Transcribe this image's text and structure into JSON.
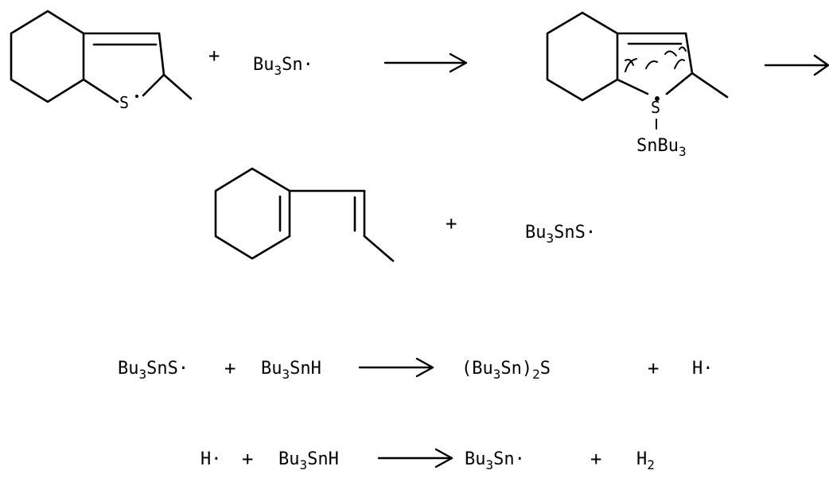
{
  "scheme": {
    "row1": {
      "reactant_heteroatom": "S",
      "reagent": {
        "main": "Bu",
        "sub": "3",
        "tail": "Sn·"
      },
      "intermediate_heteroatom": "S",
      "intermediate_substituent": {
        "main": "SnBu",
        "sub": "3"
      }
    },
    "row2": {
      "byproduct": {
        "main": "Bu",
        "sub": "3",
        "tail": "SnS·"
      }
    },
    "row3": {
      "reactant1": {
        "main": "Bu",
        "sub": "3",
        "tail": "SnS·"
      },
      "reactant2": {
        "main": "Bu",
        "sub": "3",
        "tail": "SnH"
      },
      "product1": {
        "pre": "(Bu",
        "sub1": "3",
        "mid": "Sn)",
        "sub2": "2",
        "tail": "S"
      },
      "product2": "H·"
    },
    "row4": {
      "reactant1": "H·",
      "reactant2": {
        "main": "Bu",
        "sub": "3",
        "tail": "SnH"
      },
      "product1": {
        "main": "Bu",
        "sub": "3",
        "tail": "Sn·"
      },
      "product2": {
        "main": "H",
        "sub": "2"
      }
    },
    "plus_sign": "+"
  }
}
